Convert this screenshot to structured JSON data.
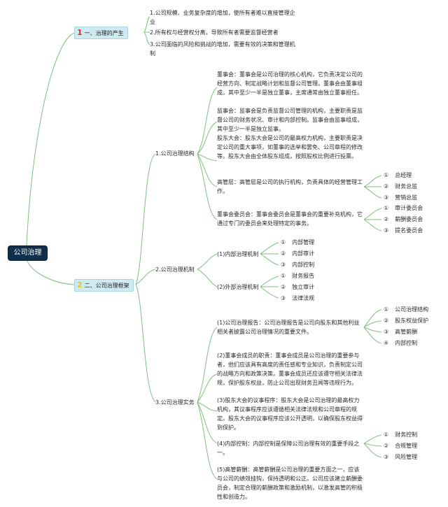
{
  "root": "公司治理",
  "branch1": {
    "number": "1",
    "label": "一、治理的产生",
    "items": [
      "1.公司规模、业务复杂度的增加，使所有者难以直接管理企业",
      "2.所有权与经营权分离，导致所有者需要监督经营者",
      "3.公司面临的风险和挑战的增加，需要有效的决策和管理机制"
    ]
  },
  "branch2": {
    "number": "2",
    "label": "二、公司治理框架",
    "structure": {
      "label": "1.公司治理结构",
      "items": [
        "董事会：董事会是公司治理的核心机构，它负责决定公司的经营方向、制定战略计划和监督公司管理。董事会由董事组成，其中至少一半是独立董事，主席通常由独立董事担任。",
        "监事会：监事会是负责监督公司管理的机构，主要职责是监督公司的财务状况、审计和内部控制。监事会由监事组成，其中至少一半是独立监事。",
        "股东大会：股东大会是公司的最高权力机构，主要职责是决定公司的重大事项，如董事的选举和罢免、公司章程的修改等。股东大会由全体股东组成，按照股权比例进行投票。",
        "高管层：高管层是公司的执行机构，负责具体的经营管理工作。",
        "董事会委员会：董事会委员会是董事会的重要补充机构，它通过专门的委员会来处理特定的事务。"
      ],
      "exec_roles": [
        "总经理",
        "财务总监",
        "营销总监"
      ],
      "committees": [
        "审计委员会",
        "薪酬委员会",
        "提名委员会"
      ]
    },
    "mechanism": {
      "label": "2.公司治理机制",
      "internal": {
        "label": "(1)内部治理机制",
        "items": [
          "内部管理",
          "内部审计",
          "内部控制"
        ]
      },
      "external": {
        "label": "(2)外部治理机制",
        "items": [
          "财务报告",
          "独立审计",
          "法律法规"
        ]
      }
    },
    "practice": {
      "label": "3.公司治理实务",
      "items": [
        "(1)公司治理报告：公司治理报告是公司向股东和其他利益相关者披露公司治理情况的重要文件。",
        "(2)董事会成员的职责：董事会成员是公司治理的重要参与者，他们应该具有高度的责任感和专业知识，负责制定公司的战略方向和政策决策。董事会成员还应该遵守相关法律法规，保护股东权益，防止公司出现财务丑闻等违规行为。",
        "(3)股东大会的议事程序：股东大会是公司治理的最高权力机构，其议事程序应该遵循相关法律法规和公司章程的规定。股东大会的议事程序应该公开透明，以确保股东权益得到保护。",
        "(4)内部控制：内部控制是保障公司治理有效的重要手段之一。",
        "(5)高管薪酬：高管薪酬是公司治理的重要方面之一，应该与公司的绩效挂钩，保持透明和公正。公司应该建立薪酬委员会，制定合理的薪酬政策和激励机制，以激发高管的积极性和创造力。"
      ],
      "report_items": [
        "公司治理结构",
        "股东权益保护",
        "高管薪酬",
        "内部控制"
      ],
      "control_items": [
        "财务控制",
        "合规管理",
        "风险管理"
      ]
    }
  },
  "circle_numerals": [
    "①",
    "②",
    "③",
    "④"
  ],
  "colors": {
    "root_bg": "#0f2f4a",
    "branch_bg": "#cfeaf1",
    "connector": "#7fbf7f",
    "accent_red": "#d8333b",
    "accent_yellow": "#e6c418"
  }
}
